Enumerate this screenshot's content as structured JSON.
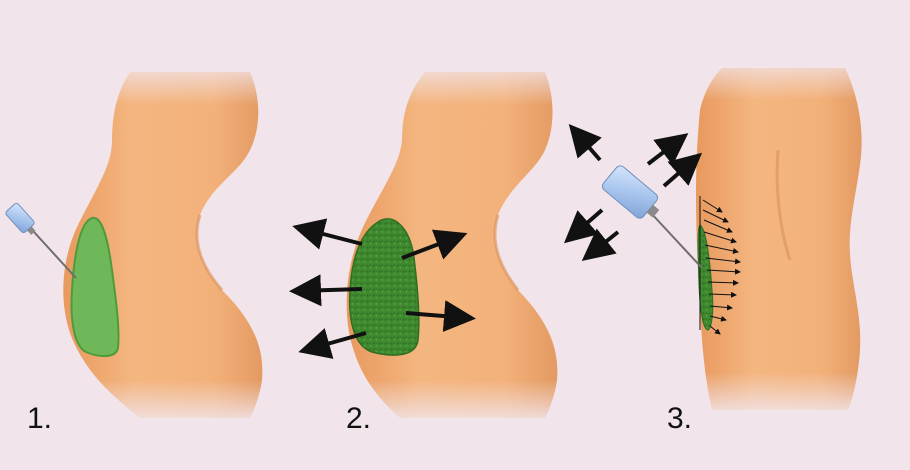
{
  "steps": [
    {
      "label": "1."
    },
    {
      "label": "2."
    },
    {
      "label": "3."
    }
  ],
  "colors": {
    "background": "#f1e4ea",
    "skin": "#f2b27a",
    "skin_shadow": "#d98f58",
    "fat_light": "#6fb85a",
    "fat_dark": "#3f8a2f",
    "syringe_glass": "#a9c6ee",
    "needle": "#6e6e6e",
    "arrow": "#111111"
  },
  "icons": {
    "injector": "syringe-icon",
    "direction": "arrow-icon"
  }
}
